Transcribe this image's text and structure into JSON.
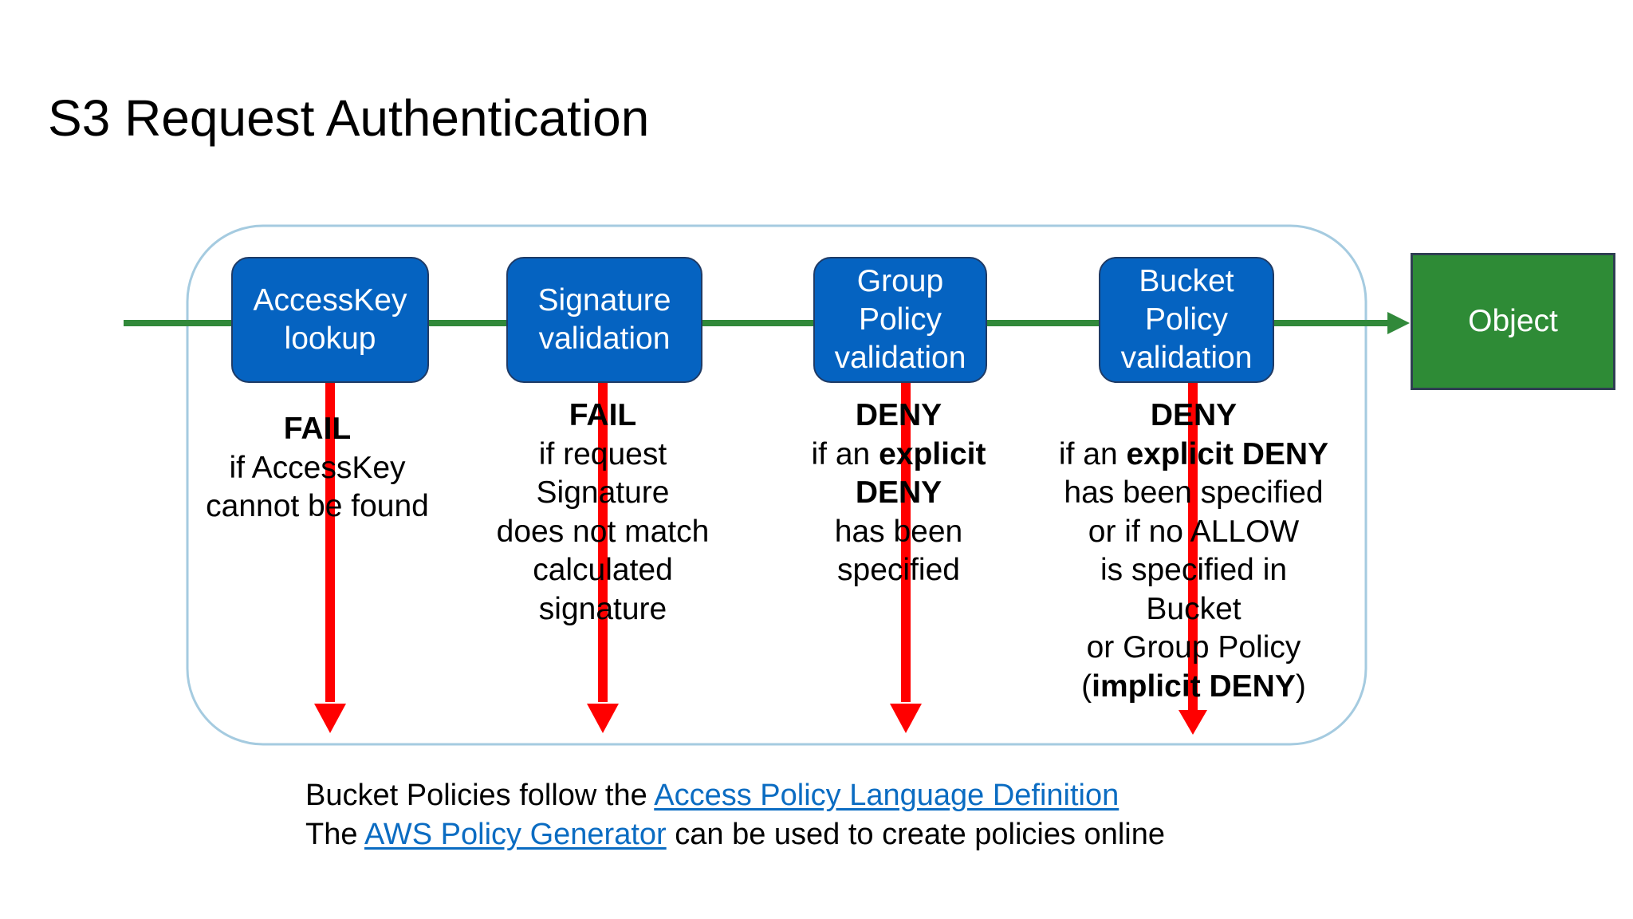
{
  "title": "S3 Request Authentication",
  "colors": {
    "step_box": "#0563c1",
    "flow_line": "#31893a",
    "object_box": "#2e8b36",
    "fail_arrow": "#ff0000",
    "container_border": "#a5cbe0",
    "link": "#0b6cc2"
  },
  "steps": [
    {
      "label": "AccessKey lookup"
    },
    {
      "label": "Signature validation"
    },
    {
      "label": "Group Policy validation"
    },
    {
      "label": "Bucket Policy validation"
    }
  ],
  "object_label": "Object",
  "outcomes": [
    {
      "heading": "FAIL",
      "lines": [
        "if AccessKey",
        "cannot be found"
      ]
    },
    {
      "heading": "FAIL",
      "lines": [
        "if request",
        "Signature",
        "does not match",
        "calculated",
        "signature"
      ]
    },
    {
      "heading": "DENY",
      "line1_prefix": "if an ",
      "line1_bold": "explicit",
      "line2_bold": "DENY",
      "line3": "has been",
      "line4": "specified"
    },
    {
      "heading": "DENY",
      "line1_prefix": "if an ",
      "line1_bold": "explicit DENY",
      "line2": "has been specified",
      "line3": "or if no ALLOW",
      "line4": "is specified in",
      "line5": "Bucket",
      "line6": "or Group Policy",
      "line7_open": "(",
      "line7_bold": "implicit DENY",
      "line7_close": ")"
    }
  ],
  "footer": {
    "line1_prefix": "Bucket Policies follow the ",
    "line1_link": "Access Policy Language Definition",
    "line2_prefix": "The ",
    "line2_link": "AWS Policy Generator",
    "line2_suffix": " can be used to create policies online"
  }
}
